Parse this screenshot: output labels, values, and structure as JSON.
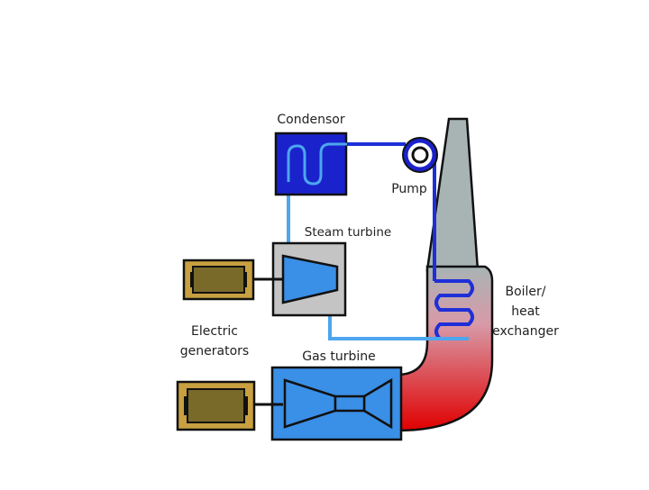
{
  "labels": {
    "condenser": "Condensor",
    "pump": "Pump",
    "steam_turbine": "Steam turbine",
    "boiler_line1": "Boiler/",
    "boiler_line2": "heat",
    "boiler_line3": "exchanger",
    "generators_line1": "Electric",
    "generators_line2": "generators",
    "gas_turbine": "Gas turbine"
  },
  "colors": {
    "condenser_fill": "#1a22cc",
    "water_line": "#1e2fd8",
    "steam_line": "#4da6ee",
    "turbine_fill": "#3a8fe6",
    "casing_fill": "#c4c4c4",
    "stack_fill": "#a8b4b4",
    "hot_gas": "#e00000",
    "generator_frame": "#b8902a",
    "generator_core": "#7a6a2a"
  }
}
